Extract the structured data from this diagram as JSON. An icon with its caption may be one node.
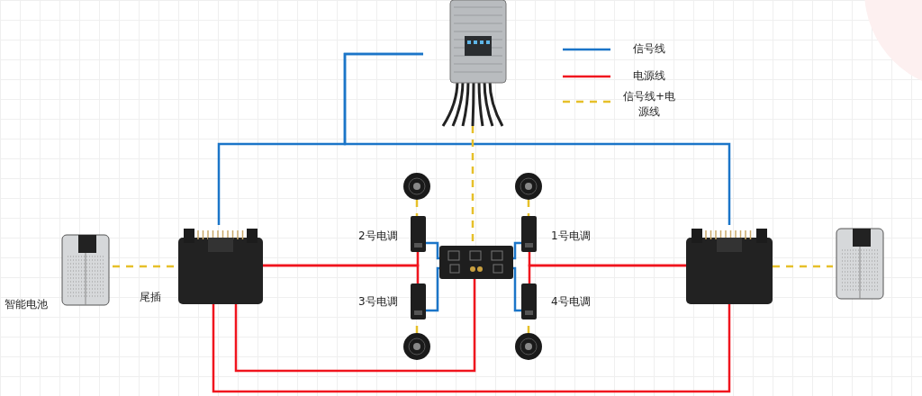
{
  "diagram": {
    "nodes": [
      {
        "text": [],
        "shape": "picture"
      },
      {
        "text": [],
        "shape": "picture",
        "beside": [
          "智能电池"
        ]
      },
      {
        "text": [],
        "shape": "picture",
        "beside": [
          "尾插"
        ]
      },
      {
        "text": [],
        "shape": "picture"
      },
      {
        "text": [],
        "shape": "picture"
      },
      {
        "text": [],
        "shape": "picture"
      },
      {
        "text": [],
        "shape": "picture"
      },
      {
        "text": [],
        "shape": "picture"
      },
      {
        "text": [],
        "shape": "picture",
        "beside": [
          "2号电调"
        ]
      },
      {
        "text": [],
        "shape": "picture",
        "beside": [
          "1号电调"
        ]
      },
      {
        "text": [],
        "shape": "picture",
        "beside": [
          "3号电调"
        ]
      },
      {
        "text": [],
        "shape": "picture",
        "beside": [
          "4号电调"
        ]
      },
      {
        "text": [],
        "shape": "picture"
      },
      {
        "text": [],
        "shape": "picture"
      }
    ],
    "edges": [
      {
        "from": 0,
        "to": 2,
        "arrow": "none",
        "color": "#1b75c8"
      },
      {
        "from": 0,
        "to": 3,
        "arrow": "none",
        "color": "#1b75c8"
      },
      {
        "from": 0,
        "to": 7,
        "arrow": "none",
        "style": "dashed",
        "color": "#e6c02a"
      },
      {
        "from": 1,
        "to": 2,
        "arrow": "none",
        "style": "dashed",
        "color": "#e6c02a"
      },
      {
        "from": 3,
        "to": 4,
        "arrow": "none",
        "style": "dashed",
        "color": "#e6c02a"
      },
      {
        "from": 2,
        "to": 8,
        "arrow": "none",
        "color": "#f0141e"
      },
      {
        "from": 2,
        "to": 10,
        "arrow": "none",
        "color": "#f0141e"
      },
      {
        "from": 3,
        "to": 9,
        "arrow": "none",
        "color": "#f0141e"
      },
      {
        "from": 3,
        "to": 11,
        "arrow": "none",
        "color": "#f0141e"
      },
      {
        "from": 2,
        "to": 7,
        "arrow": "none",
        "color": "#f0141e"
      },
      {
        "from": 2,
        "to": 3,
        "arrow": "none",
        "color": "#f0141e"
      },
      {
        "from": 7,
        "to": 8,
        "arrow": "none",
        "color": "#1b75c8"
      },
      {
        "from": 7,
        "to": 10,
        "arrow": "none",
        "color": "#1b75c8"
      },
      {
        "from": 7,
        "to": 9,
        "arrow": "none",
        "color": "#1b75c8"
      },
      {
        "from": 7,
        "to": 11,
        "arrow": "none",
        "color": "#1b75c8"
      },
      {
        "from": 5,
        "to": 8,
        "arrow": "none",
        "style": "dashed",
        "color": "#e6c02a"
      },
      {
        "from": 6,
        "to": 9,
        "arrow": "none",
        "style": "dashed",
        "color": "#e6c02a"
      },
      {
        "from": 12,
        "to": 10,
        "arrow": "none",
        "style": "dashed",
        "color": "#e6c02a"
      },
      {
        "from": 13,
        "to": 11,
        "arrow": "none",
        "style": "dashed",
        "color": "#e6c02a"
      }
    ],
    "legend": [
      {
        "text": "信号线"
      },
      {
        "text": "电源线"
      },
      {
        "text": "信号线+电源线"
      }
    ]
  }
}
